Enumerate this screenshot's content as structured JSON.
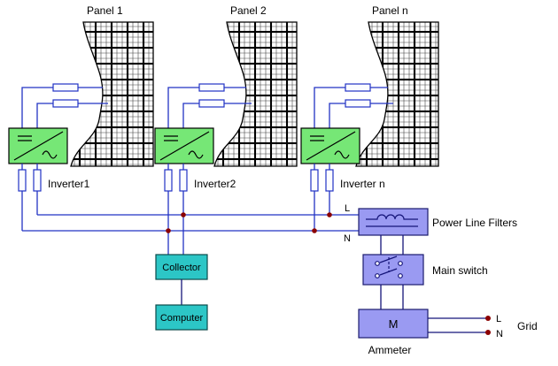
{
  "panels": [
    {
      "label": "Panel 1"
    },
    {
      "label": "Panel 2"
    },
    {
      "label": "Panel n"
    }
  ],
  "inverters": [
    {
      "label": "Inverter1"
    },
    {
      "label": "Inverter2"
    },
    {
      "label": "Inverter n"
    }
  ],
  "bus": {
    "line_label": "L",
    "neutral_label": "N"
  },
  "filter": {
    "label": "Power Line Filters"
  },
  "main_switch": {
    "label": "Main switch"
  },
  "ammeter": {
    "symbol": "M",
    "label": "Ammeter"
  },
  "grid": {
    "line_label": "L",
    "neutral_label": "N",
    "label": "Grid"
  },
  "collector": {
    "label": "Collector"
  },
  "computer": {
    "label": "Computer"
  },
  "colors": {
    "inverter": "#76e776",
    "power_box": "#9a9af2",
    "control_box": "#2cc6c6",
    "wire": "#2233c4",
    "junction_dot": "#8b0000"
  }
}
